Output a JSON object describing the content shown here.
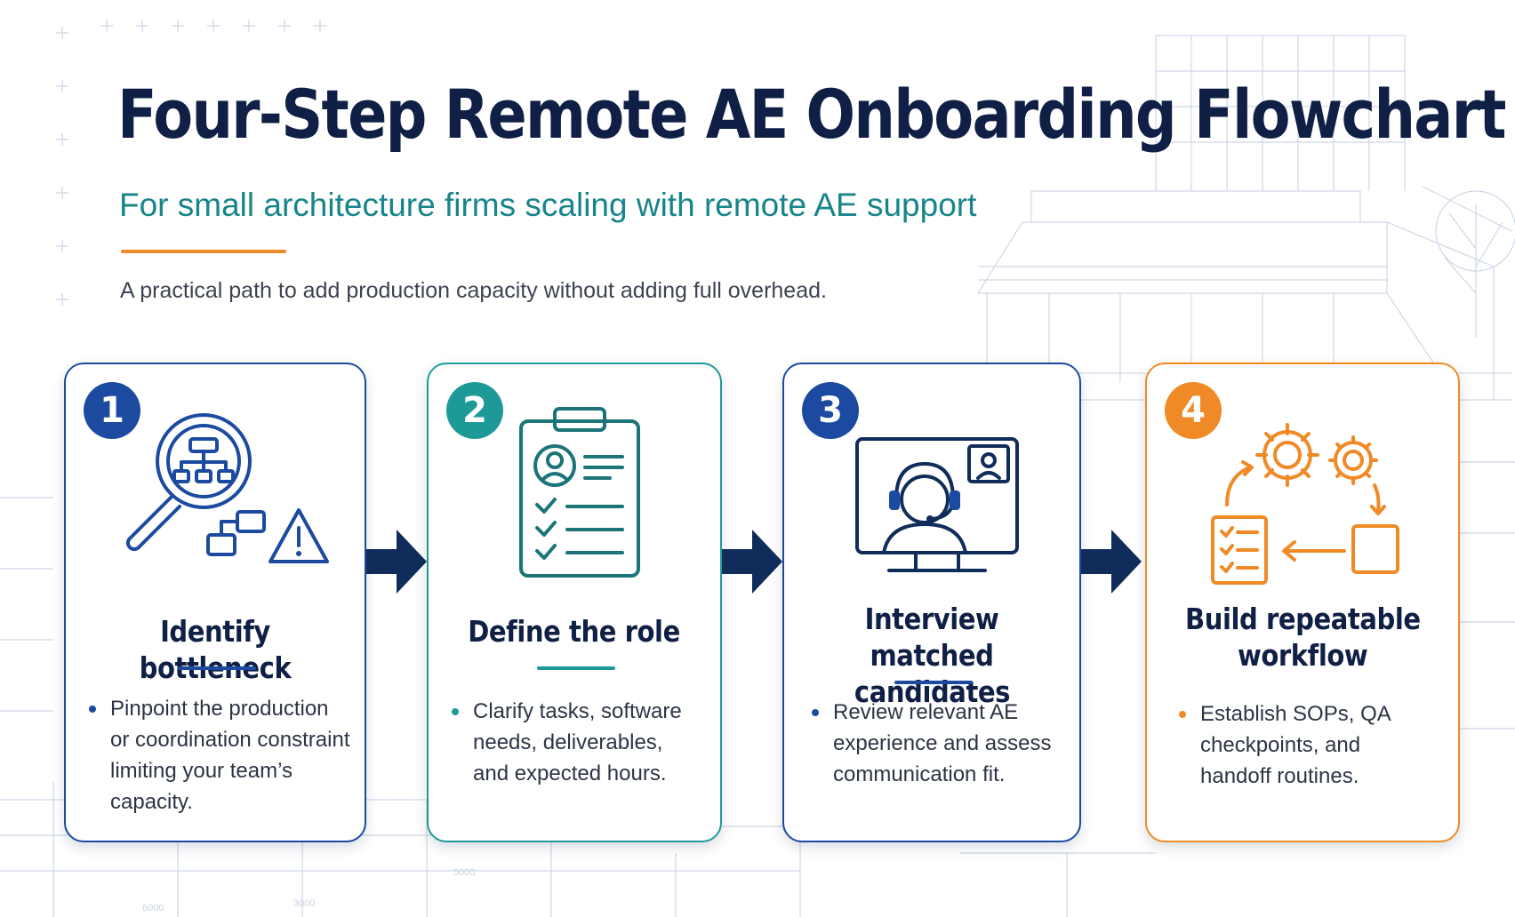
{
  "title": "Four-Step Remote AE Onboarding Flowchart",
  "subtitle": "For small architecture firms scaling with remote AE support",
  "intro": "A practical path to add production capacity without adding full overhead.",
  "colors": {
    "navy": "#0f1f45",
    "blue": "#1b4aa0",
    "teal": "#1d9a98",
    "orange": "#ef8a26"
  },
  "steps": [
    {
      "number": "1",
      "title_lines": [
        "Identify bottleneck"
      ],
      "bullet_lines": [
        "Pinpoint the production",
        "or coordination constraint",
        "limiting your team’s",
        "capacity."
      ],
      "icon": "magnifier-warning-icon"
    },
    {
      "number": "2",
      "title_lines": [
        "Define the role"
      ],
      "bullet_lines": [
        "Clarify tasks, software",
        "needs, deliverables,",
        "and expected hours."
      ],
      "icon": "clipboard-checklist-icon"
    },
    {
      "number": "3",
      "title_lines": [
        "Interview matched",
        "candidates"
      ],
      "bullet_lines": [
        "Review relevant AE",
        "experience and assess",
        "communication fit."
      ],
      "icon": "video-interview-icon"
    },
    {
      "number": "4",
      "title_lines": [
        "Build repeatable",
        "workflow"
      ],
      "bullet_lines": [
        "Establish SOPs, QA",
        "checkpoints, and",
        "handoff routines."
      ],
      "icon": "gears-workflow-icon"
    }
  ],
  "arrows": [
    "arrow-right-icon",
    "arrow-right-icon",
    "arrow-right-icon"
  ]
}
